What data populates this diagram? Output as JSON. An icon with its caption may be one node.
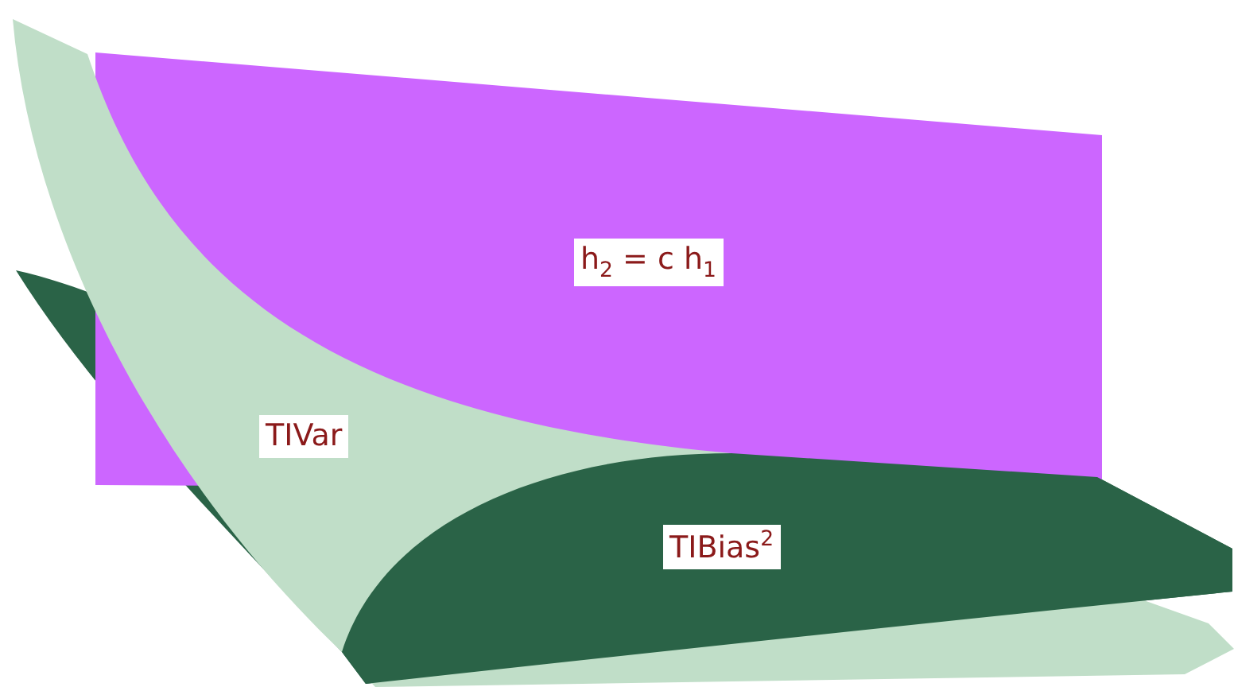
{
  "diagram": {
    "nodes": [
      {
        "text": [
          "h$_{2}$ = c h$_{1}$"
        ]
      },
      {
        "text": [
          "TIVar"
        ]
      },
      {
        "text": [
          "TIBias$^{2}$"
        ]
      }
    ]
  }
}
